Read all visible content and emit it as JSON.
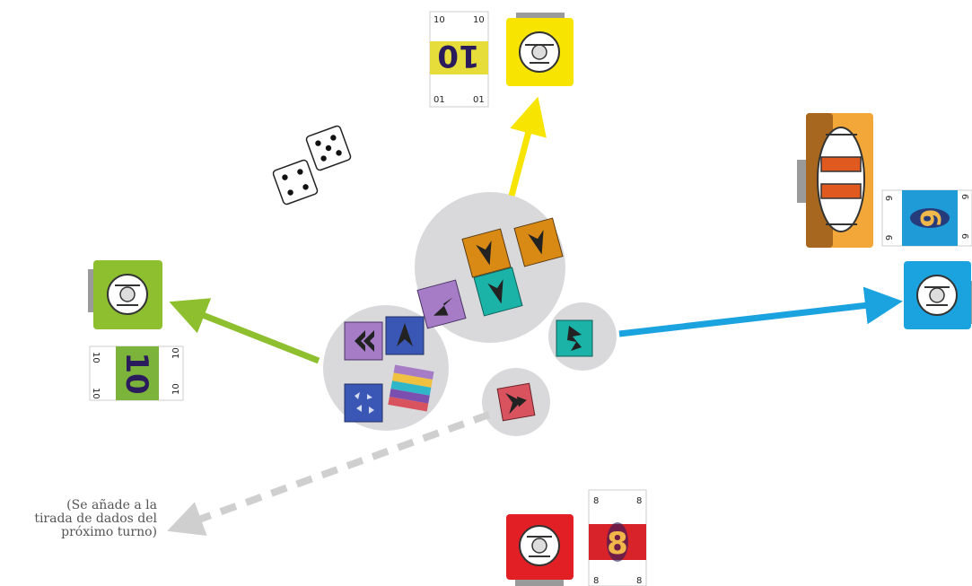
{
  "annotation": {
    "line1": "(Se añade a la",
    "line2": "tirada de dados del",
    "line3": "próximo turno)"
  },
  "players": {
    "yellow": {
      "color": "#f7e400",
      "card": {
        "value": "10",
        "corner": "10",
        "corner_inverted": "01",
        "stripe": "#e6dd3a"
      }
    },
    "green": {
      "color": "#8ebf2e",
      "card": {
        "value": "10",
        "corner": "10",
        "corner_inverted": "01",
        "stripe": "#7cb33a"
      }
    },
    "blue": {
      "color": "#1ba3e0",
      "card": {
        "value": "9",
        "corner": "9",
        "corner_inverted": "6",
        "stripe": "#1f9bd8"
      }
    },
    "red": {
      "color": "#e31f26",
      "card": {
        "value": "8",
        "corner": "8",
        "corner_inverted": "8",
        "stripe": "#d9232a"
      }
    },
    "orange": {
      "color": "#f3a738",
      "shade": "#a8671f"
    }
  },
  "dice": [
    {
      "pips": 5
    },
    {
      "pips": 4
    }
  ],
  "tiles": {
    "orange": "#d98a14",
    "teal": "#1bb3a7",
    "purple": "#a77cc7",
    "blue": "#3b57b5",
    "red": "#d8535e",
    "stack_colors": [
      "#a77cc7",
      "#f0c040",
      "#2fb6c8",
      "#7b4fb0",
      "#d8535e"
    ]
  },
  "arrows": {
    "yellow": "#f7e400",
    "green": "#8ebf2e",
    "blue": "#1ba3e0",
    "future": "#cfcfcf"
  },
  "zone_color": "#d9d9db"
}
